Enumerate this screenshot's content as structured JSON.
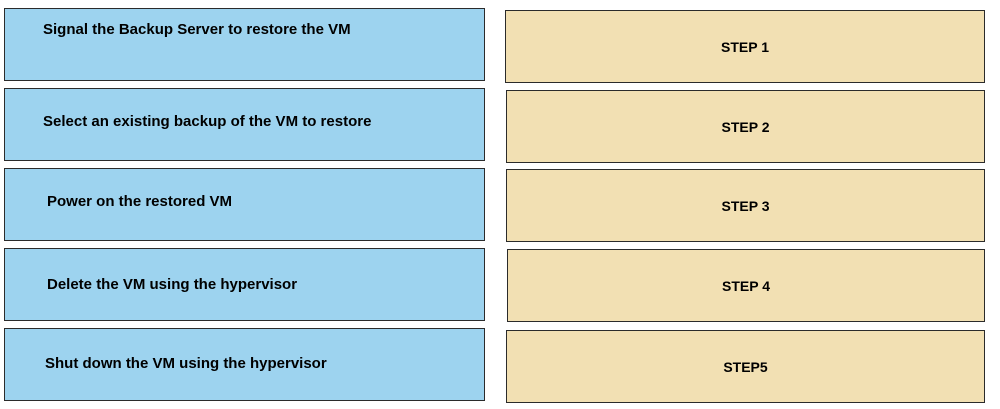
{
  "actions": [
    {
      "label": "Signal the Backup Server to restore the VM"
    },
    {
      "label": "Select an existing backup of the VM to restore"
    },
    {
      "label": "Power on the restored VM"
    },
    {
      "label": "Delete the VM using the hypervisor"
    },
    {
      "label": "Shut down the VM using the hypervisor"
    }
  ],
  "steps": [
    {
      "label": "STEP 1"
    },
    {
      "label": "STEP 2"
    },
    {
      "label": "STEP 3"
    },
    {
      "label": "STEP 4"
    },
    {
      "label": "STEP5"
    }
  ],
  "colors": {
    "action_fill": "#9dd3ef",
    "step_fill": "#f2e0b3",
    "border": "#2b2b2b"
  }
}
